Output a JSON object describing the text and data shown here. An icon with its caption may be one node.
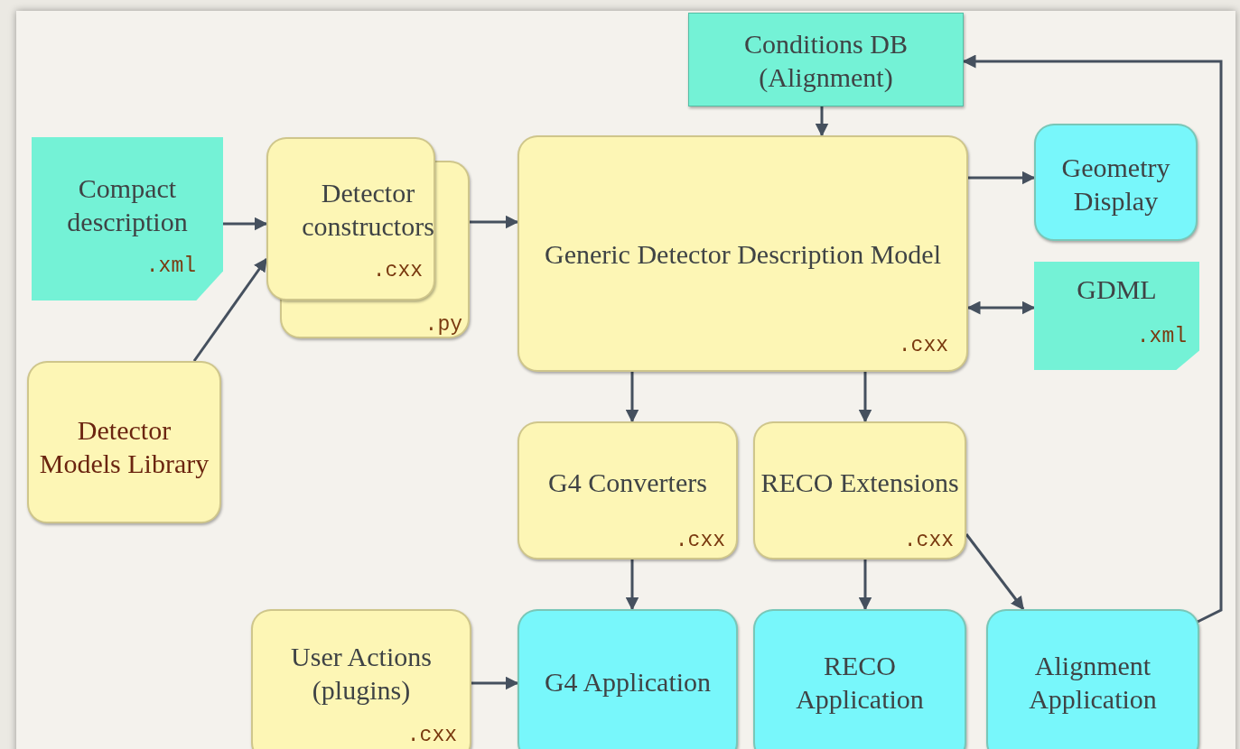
{
  "diagram": {
    "nodes": [
      {
        "text": [
          "Compact description",
          ".xml"
        ]
      },
      {
        "text": [
          "Detector constructors",
          ".cxx",
          ".py"
        ]
      },
      {
        "text": [
          "Detector Models Library"
        ]
      },
      {
        "text": [
          "Conditions DB (Alignment)"
        ]
      },
      {
        "text": [
          "Generic Detector Description Model",
          ".cxx"
        ]
      },
      {
        "text": [
          "Geometry Display"
        ]
      },
      {
        "text": [
          "GDML",
          ".xml"
        ]
      },
      {
        "text": [
          "G4 Converters",
          ".cxx"
        ]
      },
      {
        "text": [
          "RECO Extensions",
          ".cxx"
        ]
      },
      {
        "text": [
          "User Actions (plugins)",
          ".cxx"
        ]
      },
      {
        "text": [
          "G4 Application"
        ]
      },
      {
        "text": [
          "RECO Application"
        ]
      },
      {
        "text": [
          "Alignment Application"
        ]
      }
    ],
    "edges": [
      {
        "from": 0,
        "to": 1,
        "arrow": "to"
      },
      {
        "from": 2,
        "to": 1,
        "arrow": "to"
      },
      {
        "from": 1,
        "to": 4,
        "arrow": "to"
      },
      {
        "from": 3,
        "to": 4,
        "arrow": "to"
      },
      {
        "from": 4,
        "to": 5,
        "arrow": "to"
      },
      {
        "from": 4,
        "to": 6,
        "arrow": "both"
      },
      {
        "from": 4,
        "to": 7,
        "arrow": "to"
      },
      {
        "from": 4,
        "to": 8,
        "arrow": "to"
      },
      {
        "from": 7,
        "to": 10,
        "arrow": "to"
      },
      {
        "from": 8,
        "to": 11,
        "arrow": "to"
      },
      {
        "from": 8,
        "to": 12,
        "arrow": "to"
      },
      {
        "from": 9,
        "to": 10,
        "arrow": "to"
      },
      {
        "from": 12,
        "to": 3,
        "arrow": "to"
      }
    ]
  }
}
